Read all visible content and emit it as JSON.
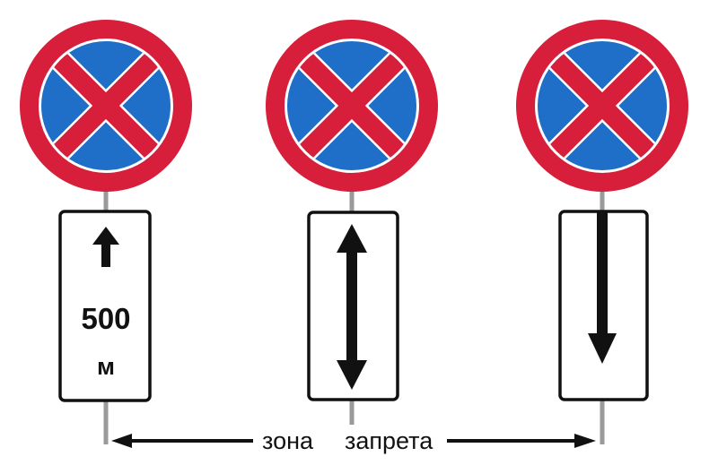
{
  "colors": {
    "sign_red": "#d71e3a",
    "sign_blue": "#1f6fc8",
    "sign_white": "#ffffff",
    "plate_border": "#111111",
    "pole": "#9a9a9a",
    "arrow": "#111111"
  },
  "signs": [
    {
      "name": "no-stopping-sign-left"
    },
    {
      "name": "no-stopping-sign-middle"
    },
    {
      "name": "no-stopping-sign-right"
    }
  ],
  "plates": {
    "left": {
      "arrow": "up-arrow-icon",
      "distance_value": "500",
      "distance_unit": "м"
    },
    "middle": {
      "arrow": "up-down-arrow-icon"
    },
    "right": {
      "arrow": "down-arrow-icon"
    }
  },
  "zone": {
    "word1": "зона",
    "word2": "запрета"
  }
}
